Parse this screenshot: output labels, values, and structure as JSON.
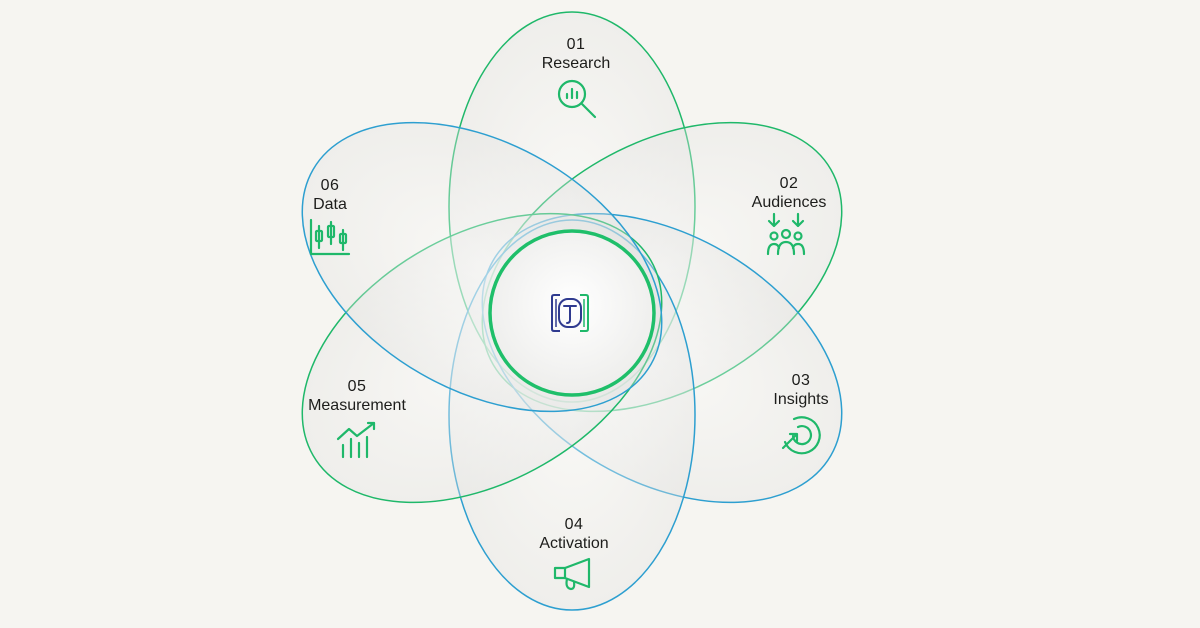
{
  "diagram": {
    "center_logo": "logo-icon",
    "colors": {
      "green": "#1fb86a",
      "teal_blue": "#2d9fd0",
      "center_ring": "#1fbf6a",
      "background": "#f6f5f1",
      "petal_fill": "#e6e6e4",
      "logo_blue": "#2f3a8f",
      "logo_green": "#1fb86a"
    },
    "petals": [
      {
        "num": "01",
        "name": "Research",
        "icon": "magnifier-chart-icon"
      },
      {
        "num": "02",
        "name": "Audiences",
        "icon": "audience-group-icon"
      },
      {
        "num": "03",
        "name": "Insights",
        "icon": "target-cursor-icon"
      },
      {
        "num": "04",
        "name": "Activation",
        "icon": "megaphone-icon"
      },
      {
        "num": "05",
        "name": "Measurement",
        "icon": "trend-bars-icon"
      },
      {
        "num": "06",
        "name": "Data",
        "icon": "candlestick-chart-icon"
      }
    ]
  }
}
